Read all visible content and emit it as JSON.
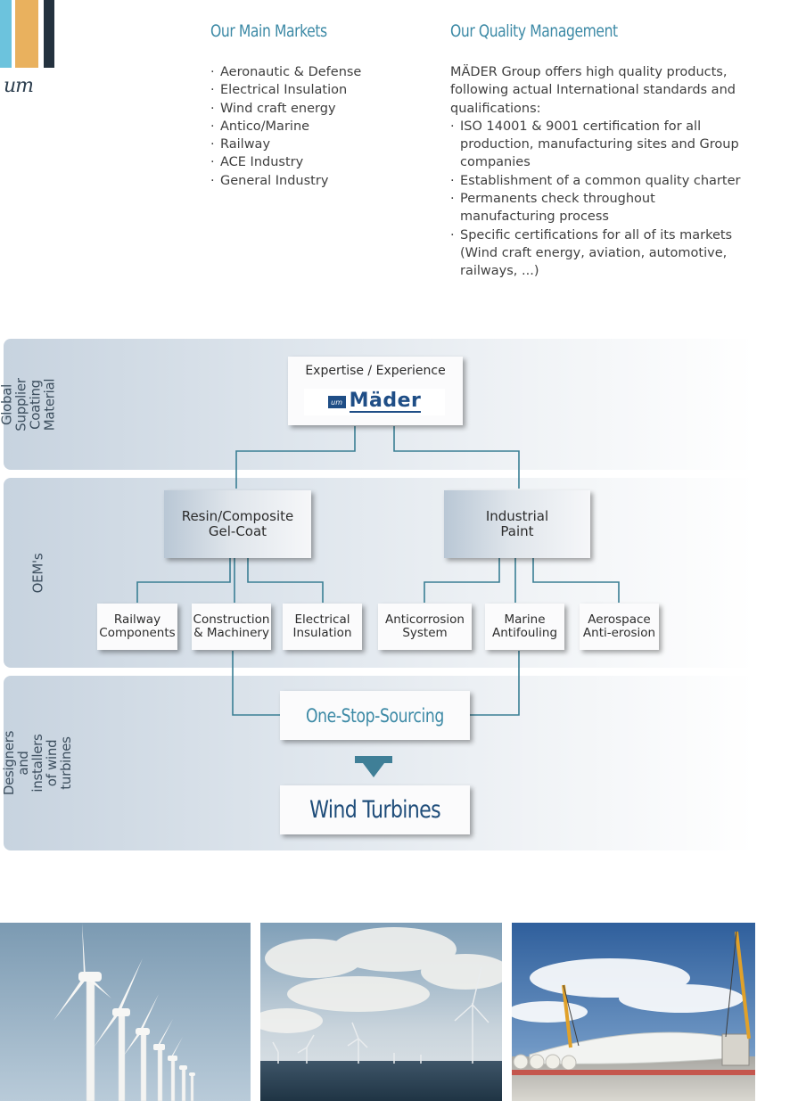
{
  "logo": {
    "mark_text": "um",
    "colors": [
      "#6cc3dd",
      "#e9b15e",
      "#24323f"
    ]
  },
  "markets": {
    "title": "Our Main Markets",
    "items": [
      "Aeronautic & Defense",
      "Electrical Insulation",
      "Wind craft energy",
      "Antico/Marine",
      "Railway",
      "ACE Industry",
      "General Industry"
    ]
  },
  "quality": {
    "title": "Our Quality Management",
    "intro": "MÄDER Group offers high quality products, following actual International standards and qualifications:",
    "items": [
      "ISO 14001 & 9001 certification for all production, manufacturing sites and Group companies",
      "Establishment of a common quality charter",
      "Permanents check throughout manufacturing process",
      "Specific certifications for all of its markets (Wind craft energy, aviation, automotive, railways, ...)"
    ]
  },
  "diagram": {
    "band_labels": [
      "Global Supplier\nCoating Material",
      "OEM's",
      "Designers and installers\nof wind turbines"
    ],
    "top_box": "Expertise / Experience",
    "top_logo_text": "Mäder",
    "top_logo_mark": "um",
    "mid_boxes": [
      "Resin/Composite\nGel-Coat",
      "Industrial\nPaint"
    ],
    "sub_boxes": [
      "Railway\nComponents",
      "Construction\n& Machinery",
      "Electrical\nInsulation",
      "Anticorrosion\nSystem",
      "Marine\nAntifouling",
      "Aerospace\nAnti-erosion"
    ],
    "sourcing": "One-Stop-Sourcing",
    "result": "Wind Turbines",
    "colors": {
      "line": "#3a7f94",
      "arrow": "#3f7f97",
      "accent": "#3d8aa6",
      "result": "#1f4d7a"
    }
  },
  "photos": [
    "row-of-wind-turbines-photo",
    "offshore-wind-farm-photo",
    "turbine-blade-on-transport-photo"
  ]
}
